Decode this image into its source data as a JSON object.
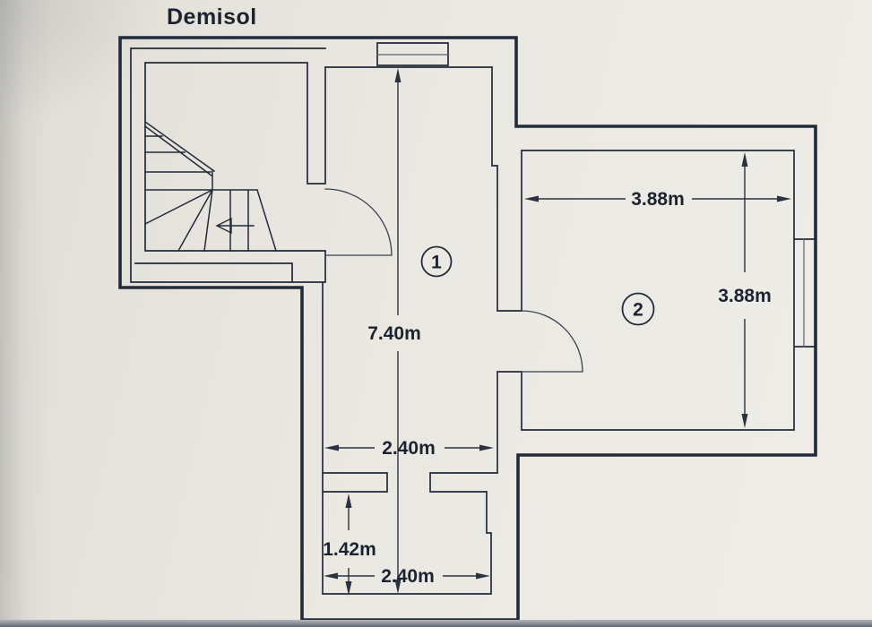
{
  "title": "Demisol",
  "room_labels": {
    "room1": "1",
    "room2": "2"
  },
  "dimensions": {
    "corridor_length": "7.40m",
    "corridor_width": "2.40m",
    "room2_width": "3.88m",
    "room2_depth": "3.88m",
    "lower_room_depth": "1.42m",
    "lower_room_width": "2.40m"
  },
  "colors": {
    "paper": "#e9e6df",
    "ink": "#222b3a",
    "dimension_line": "#2a3140",
    "photo_edge": "#878c92"
  }
}
